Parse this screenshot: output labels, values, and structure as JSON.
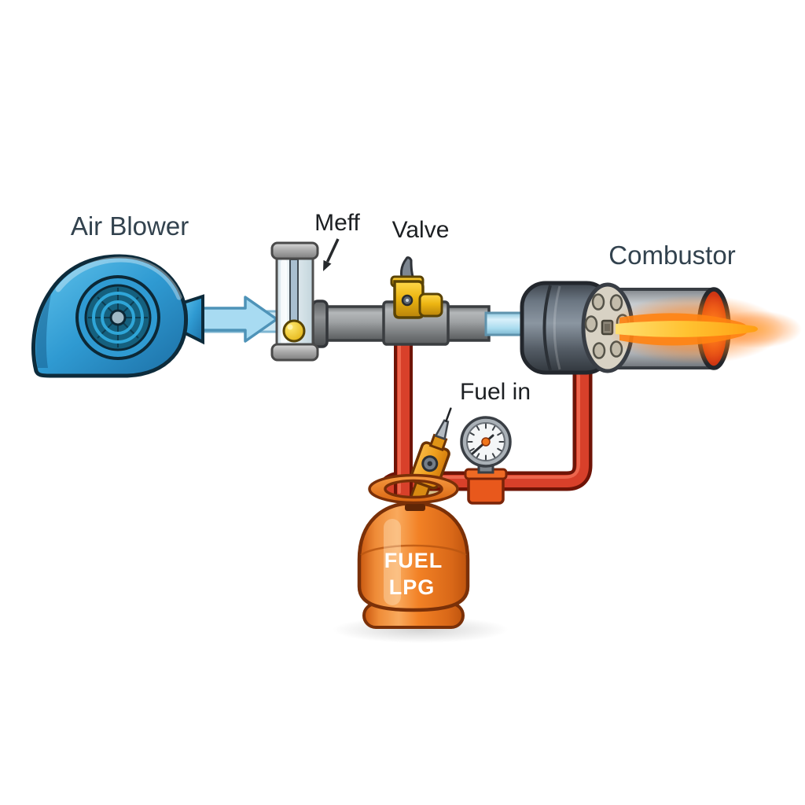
{
  "title": "LPG combustion rig diagram",
  "labels": {
    "air_blower": "Air Blower",
    "meter": "Meff",
    "valve": "Valve",
    "combustor": "Combustor",
    "fuel_in": "Fuel in"
  },
  "tank_text": {
    "line1": "FUEL",
    "line2": "LPG"
  },
  "colors": {
    "label_slate": "#32424e",
    "label_black": "#1c1f22",
    "blower_blue": "#2f9ad2",
    "air_arrow_blue": "#a8dbf2",
    "pipe_gray": "#9fa2a4",
    "fuel_pipe_red": "#d8402a",
    "valve_gold": "#ecb512",
    "flame_core_yellow": "#ffc231",
    "flame_glow_orange": "#ff8a12",
    "tank_orange": "#f28125",
    "gauge_face_white": "#f4f6f7",
    "float_yellow": "#f2d030"
  },
  "components": [
    "air-blower-icon",
    "air-flow-arrow-icon",
    "flow-meter-icon",
    "fuel-valve-icon",
    "combustor-icon",
    "flame-icon",
    "pressure-gauge-icon",
    "fuel-regulator-icon",
    "lpg-tank-icon",
    "fuel-line-icon"
  ]
}
